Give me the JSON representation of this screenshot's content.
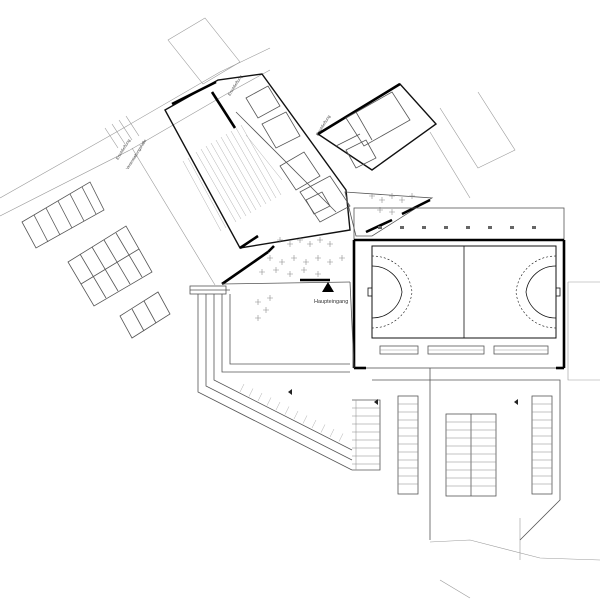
{
  "plan": {
    "labels": {
      "main_entrance": "Haupteingang",
      "street_diag_1": "Erschließung",
      "street_diag_2": "Veranstaltungshalle",
      "street_diag_3": "Erschließung",
      "street_diag_4": "Erschließung"
    },
    "colors": {
      "background": "#ffffff",
      "line_light": "#9a9a9a",
      "line_medium": "#555555",
      "line_dark": "#111111",
      "text": "#333333"
    },
    "icons": [
      "entrance-marker-icon",
      "court-markings",
      "tree-symbols",
      "parking-bays"
    ]
  }
}
